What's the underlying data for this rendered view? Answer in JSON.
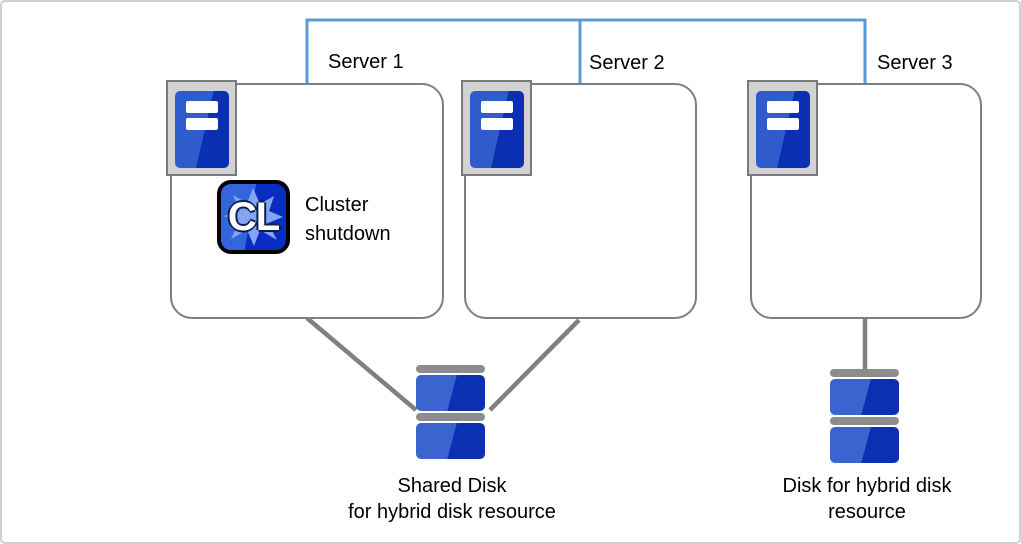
{
  "colors": {
    "accent-blue": "#5B9BD5",
    "box-border": "#7F7F7F",
    "connector-gray": "#808080",
    "frame-fill": "#D2D2D2",
    "frame-border": "#7A7A7A",
    "server-blue": "#2E5DCB",
    "server-blue-dark": "#0B2FB2",
    "disk-blue": "#3B64D0",
    "disk-blue-dark": "#0C30B4",
    "disk-bar": "#8C8C8C",
    "cl-blue": "#3465DC",
    "cl-blue-dark": "#0A2CC0",
    "cl-splat": "#84A4F4",
    "canvas-border": "#D0D0D0",
    "text": "#000000"
  },
  "servers": [
    {
      "label": "Server 1"
    },
    {
      "label": "Server 2"
    },
    {
      "label": "Server 3"
    }
  ],
  "cluster_status": {
    "badge": "CL",
    "line1": "Cluster",
    "line2": "shutdown"
  },
  "shared_disk_label": {
    "line1": "Shared Disk",
    "line2": "for hybrid disk resource"
  },
  "single_disk_label": {
    "line1": "Disk for hybrid disk",
    "line2": "resource"
  }
}
